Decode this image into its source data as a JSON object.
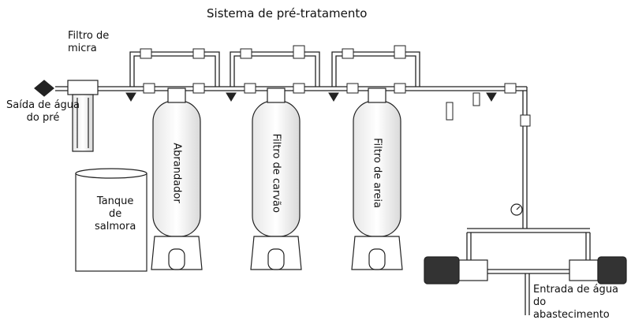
{
  "title": "Sistema de pré-tratamento",
  "labels": {
    "filter_micron": "Filtro de\nmicra",
    "outlet": "Saída de água\ndo pré",
    "brine_tank": "Tanque\nde\nsalmora",
    "softener": "Abrandador",
    "carbon_filter": "Filtro de carvão",
    "sand_filter": "Filtro de areia",
    "inlet": "Entrada de água\ndo\nabastecimento"
  },
  "colors": {
    "line": "#222222",
    "fill": "#ffffff",
    "shade": "#cfcfcf"
  },
  "icons": [
    "valve-icon",
    "pressure-gauge-icon",
    "pump-icon"
  ]
}
